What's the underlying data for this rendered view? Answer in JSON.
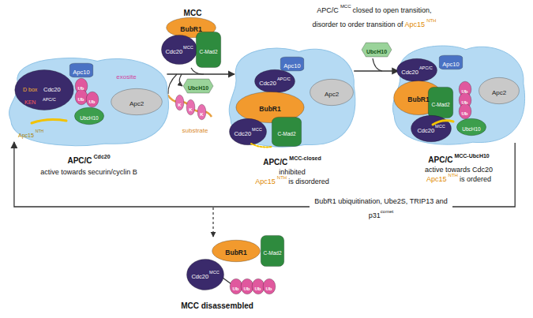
{
  "diagram": {
    "nodes": [
      {
        "text": [
          "exosite",
          "Apc15",
          "NTH",
          "APC/C",
          "Cdc20",
          "active towards securin/cyclin B"
        ]
      },
      {
        "text": [
          "Apc10"
        ],
        "in": 0
      },
      {
        "text": [
          "D box",
          "KEN",
          "Cdc20",
          "APC/C"
        ],
        "in": 0
      },
      {
        "text": [
          "Ub"
        ],
        "in": 0
      },
      {
        "text": [
          "Ub"
        ],
        "in": 0
      },
      {
        "text": [
          "Ub"
        ],
        "in": 0
      },
      {
        "text": [
          "UbcH10"
        ],
        "in": 0
      },
      {
        "text": [
          "Apc2"
        ],
        "in": 0
      },
      {
        "text": [
          "BubR1"
        ]
      },
      {
        "text": [
          "Cdc20",
          "MCC"
        ]
      },
      {
        "text": [
          "C-Mad2"
        ]
      },
      {
        "text": [
          "UbcH10"
        ]
      },
      {
        "text": [
          "K"
        ]
      },
      {
        "text": [
          "K"
        ]
      },
      {
        "text": [
          "K"
        ]
      },
      {
        "text": [
          "APC/C",
          "MCC-closed",
          "inhibited",
          "Apc15",
          "NTH",
          "is disordered"
        ]
      },
      {
        "text": [
          "Apc10"
        ],
        "in": 15
      },
      {
        "text": [
          "Cdc20",
          "APC/C"
        ],
        "in": 15
      },
      {
        "text": [
          "BubR1"
        ],
        "in": 15
      },
      {
        "text": [
          "Cdc20",
          "MCC"
        ],
        "in": 15
      },
      {
        "text": [
          "C-Mad2"
        ],
        "in": 15
      },
      {
        "text": [
          "Apc2"
        ],
        "in": 15
      },
      {
        "text": [
          "UbcH10"
        ]
      },
      {
        "text": [
          "APC/C",
          "MCC-UbcH10",
          "active towards Cdc20",
          "Apc15",
          "NTH",
          "is ordered"
        ]
      },
      {
        "text": [
          "Cdc20",
          "APC/C"
        ],
        "in": 23
      },
      {
        "text": [
          "BubR1"
        ],
        "in": 23
      },
      {
        "text": [
          "C-Mad2"
        ],
        "in": 23
      },
      {
        "text": [
          "Apc10"
        ],
        "in": 23
      },
      {
        "text": [
          "Cdc20",
          "MCC"
        ],
        "in": 23
      },
      {
        "text": [
          "Ub"
        ],
        "in": 23
      },
      {
        "text": [
          "Ub"
        ],
        "in": 23
      },
      {
        "text": [
          "Ub"
        ],
        "in": 23
      },
      {
        "text": [
          "UbcH10"
        ],
        "in": 23
      },
      {
        "text": [
          "Apc2"
        ],
        "in": 23
      },
      {
        "text": [
          "BubR1"
        ]
      },
      {
        "text": [
          "C-Mad2"
        ]
      },
      {
        "text": [
          "Cdc20",
          "MCC"
        ]
      },
      {
        "text": [
          "Ub"
        ]
      },
      {
        "text": [
          "Ub"
        ]
      },
      {
        "text": [
          "Ub"
        ]
      },
      {
        "text": [
          "Ub"
        ]
      }
    ],
    "edges": [
      {
        "from": 0,
        "to": 15,
        "arrow": "to"
      },
      {
        "from": 15,
        "to": 23,
        "arrow": "to"
      },
      {
        "from": 23,
        "to": 0,
        "arrow": "to",
        "label": "BubR1 ubiquitination, Ube2S, TRIP13 and p31"
      }
    ],
    "labels": [
      "MCC",
      "substrate",
      "APC/C",
      "MCC",
      "closed to open transition,",
      "disorder to order transition of",
      "Apc15",
      "NTH",
      "comet",
      "MCC disassembled"
    ]
  }
}
